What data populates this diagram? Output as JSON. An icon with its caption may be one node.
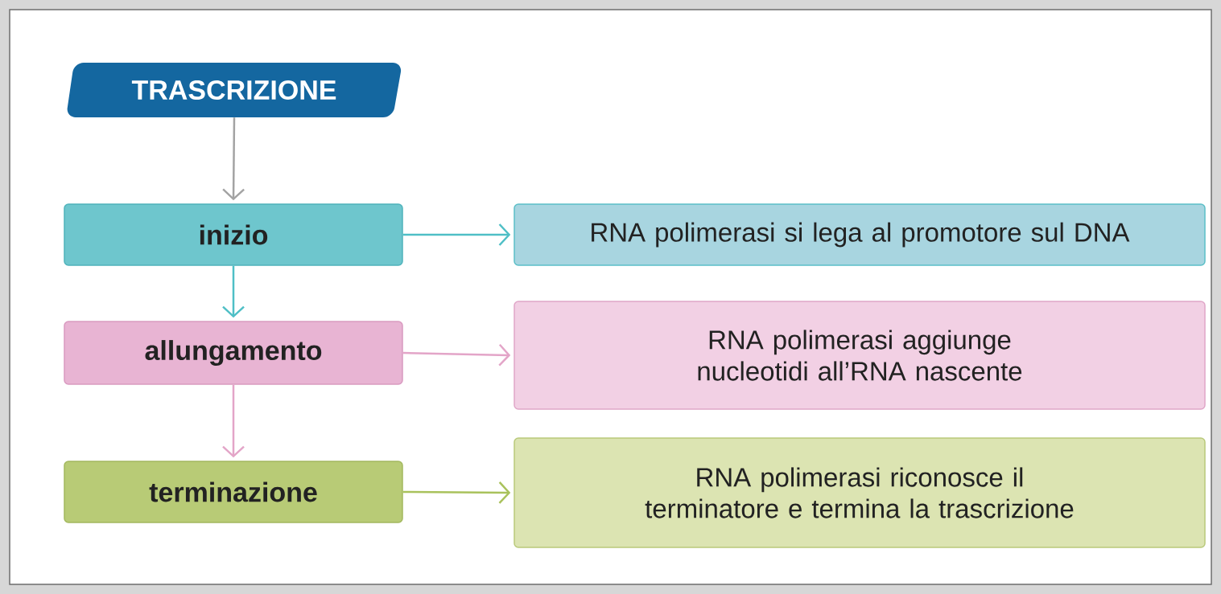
{
  "diagram": {
    "nodes": [
      {
        "text": [
          "TRASCRIZIONE"
        ]
      },
      {
        "text": [
          "inizio"
        ]
      },
      {
        "text": [
          "RNA polimerasi si lega al promotore sul DNA"
        ]
      },
      {
        "text": [
          "allungamento"
        ]
      },
      {
        "text": [
          "RNA polimerasi aggiunge nucleotidi all’RNA nascente"
        ]
      },
      {
        "text": [
          "terminazione"
        ]
      },
      {
        "text": [
          "RNA polimerasi riconosce il terminatore e termina la trascrizione"
        ]
      }
    ],
    "edges": [
      {
        "from": 0,
        "to": 1,
        "arrow": "to",
        "color": "#a3a3a3"
      },
      {
        "from": 1,
        "to": 2,
        "arrow": "to",
        "color": "#4fbfc6"
      },
      {
        "from": 1,
        "to": 3,
        "arrow": "to",
        "color": "#4fbfc6"
      },
      {
        "from": 3,
        "to": 4,
        "arrow": "to",
        "color": "#e3a5c8"
      },
      {
        "from": 3,
        "to": 5,
        "arrow": "to",
        "color": "#e3a5c8"
      },
      {
        "from": 5,
        "to": 6,
        "arrow": "to",
        "color": "#a9c25c"
      }
    ]
  }
}
